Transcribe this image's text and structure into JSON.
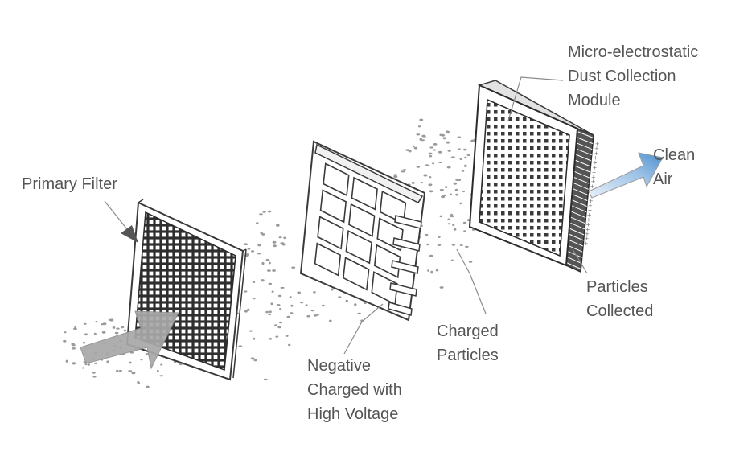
{
  "labels": {
    "primary_filter": "Primary Filter",
    "negative_charged": [
      "Negative",
      "Charged with",
      "High Voltage"
    ],
    "charged_particles": [
      "Charged",
      "Particles"
    ],
    "module": [
      "Micro-electrostatic",
      "Dust Collection",
      "Module"
    ],
    "clean_air": [
      "Clean",
      "Air"
    ],
    "particles_collected": [
      "Particles",
      "Collected"
    ]
  },
  "colors": {
    "label_text": "#555555",
    "frame_stroke": "#3a3a3a",
    "grid_fill": "#2b2b2b",
    "particle": "#9a9a9a",
    "arrow_gray": "#a8a8a8",
    "arrow_blue": "#5b9bd5",
    "arrow_blue_light": "#dbe9f6"
  }
}
